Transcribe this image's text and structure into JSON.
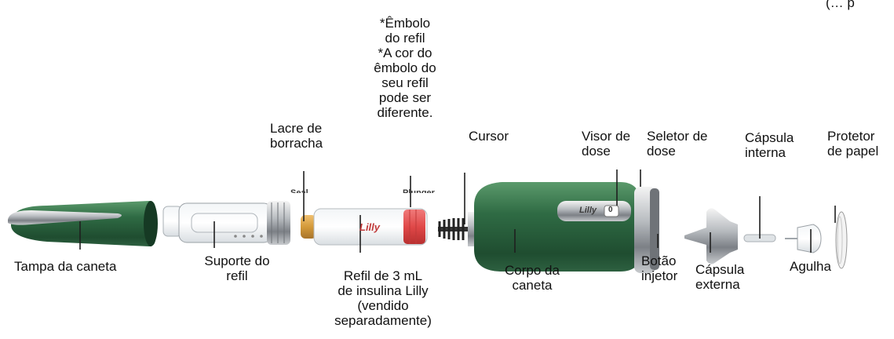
{
  "corner_text": "(… p",
  "labels": {
    "embolo": [
      "*Êmbolo",
      "do refil",
      "*A cor do",
      "êmbolo do",
      "seu refil",
      "pode ser",
      "diferente."
    ],
    "lacre": [
      "Lacre de",
      "borracha"
    ],
    "cursor": "Cursor",
    "visor": [
      "Visor de",
      "dose"
    ],
    "seletor": [
      "Seletor de",
      "dose"
    ],
    "capsula_interna": [
      "Cápsula",
      "interna"
    ],
    "protetor": [
      "Protetor",
      "de papel"
    ],
    "tampa": "Tampa da caneta",
    "suporte": [
      "Suporte do",
      "refil"
    ],
    "refil": [
      "Refil de 3 mL",
      "de insulina Lilly",
      "(vendido",
      "separadamente)"
    ],
    "corpo": [
      "Corpo da",
      "caneta"
    ],
    "botao": [
      "Botão",
      "injetor"
    ],
    "capsula_externa": [
      "Cápsula",
      "externa"
    ],
    "agulha": "Agulha"
  },
  "cartridge_brand": "Lilly",
  "pen_brand": "Lilly",
  "dose_window_value": "0",
  "clipped_labels": {
    "seal": "Seal",
    "plunger": "Plunger"
  },
  "colors": {
    "pen_green": "#2f6b44",
    "plunger_red": "#e04848",
    "seal_gold": "#d49a3a"
  }
}
